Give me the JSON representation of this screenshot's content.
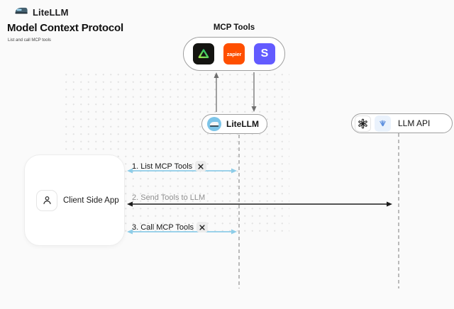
{
  "header": {
    "brand": "LiteLLM",
    "title": "Model Context Protocol",
    "subtitle": "List and call MCP tools"
  },
  "mcp": {
    "label": "MCP Tools",
    "tools": [
      {
        "name": "triangle-logo",
        "text": ""
      },
      {
        "name": "zapier-logo",
        "text": "zapier"
      },
      {
        "name": "stripe-logo",
        "text": "S"
      }
    ]
  },
  "nodes": {
    "litellm": {
      "label": "LiteLLM"
    },
    "llm_api": {
      "label": "LLM API"
    },
    "client": {
      "label": "Client Side App"
    }
  },
  "flows": {
    "steps": [
      {
        "label": "1. List MCP Tools",
        "has_tool_badge": true,
        "color": "#8ecde8"
      },
      {
        "label": "2. Send Tools to LLM",
        "has_tool_badge": false,
        "color": "#1c1c1c"
      },
      {
        "label": "3. Call MCP Tools",
        "has_tool_badge": true,
        "color": "#8ecde8"
      }
    ]
  },
  "colors": {
    "background": "#fafafa",
    "zapier_orange": "#ff4f00",
    "stripe_purple": "#635bff",
    "triangle_green": "#3ecf5a",
    "arrow_blue": "#8ecde8",
    "arrow_dark": "#1c1c1c",
    "lifeline_gray": "#ababab"
  }
}
